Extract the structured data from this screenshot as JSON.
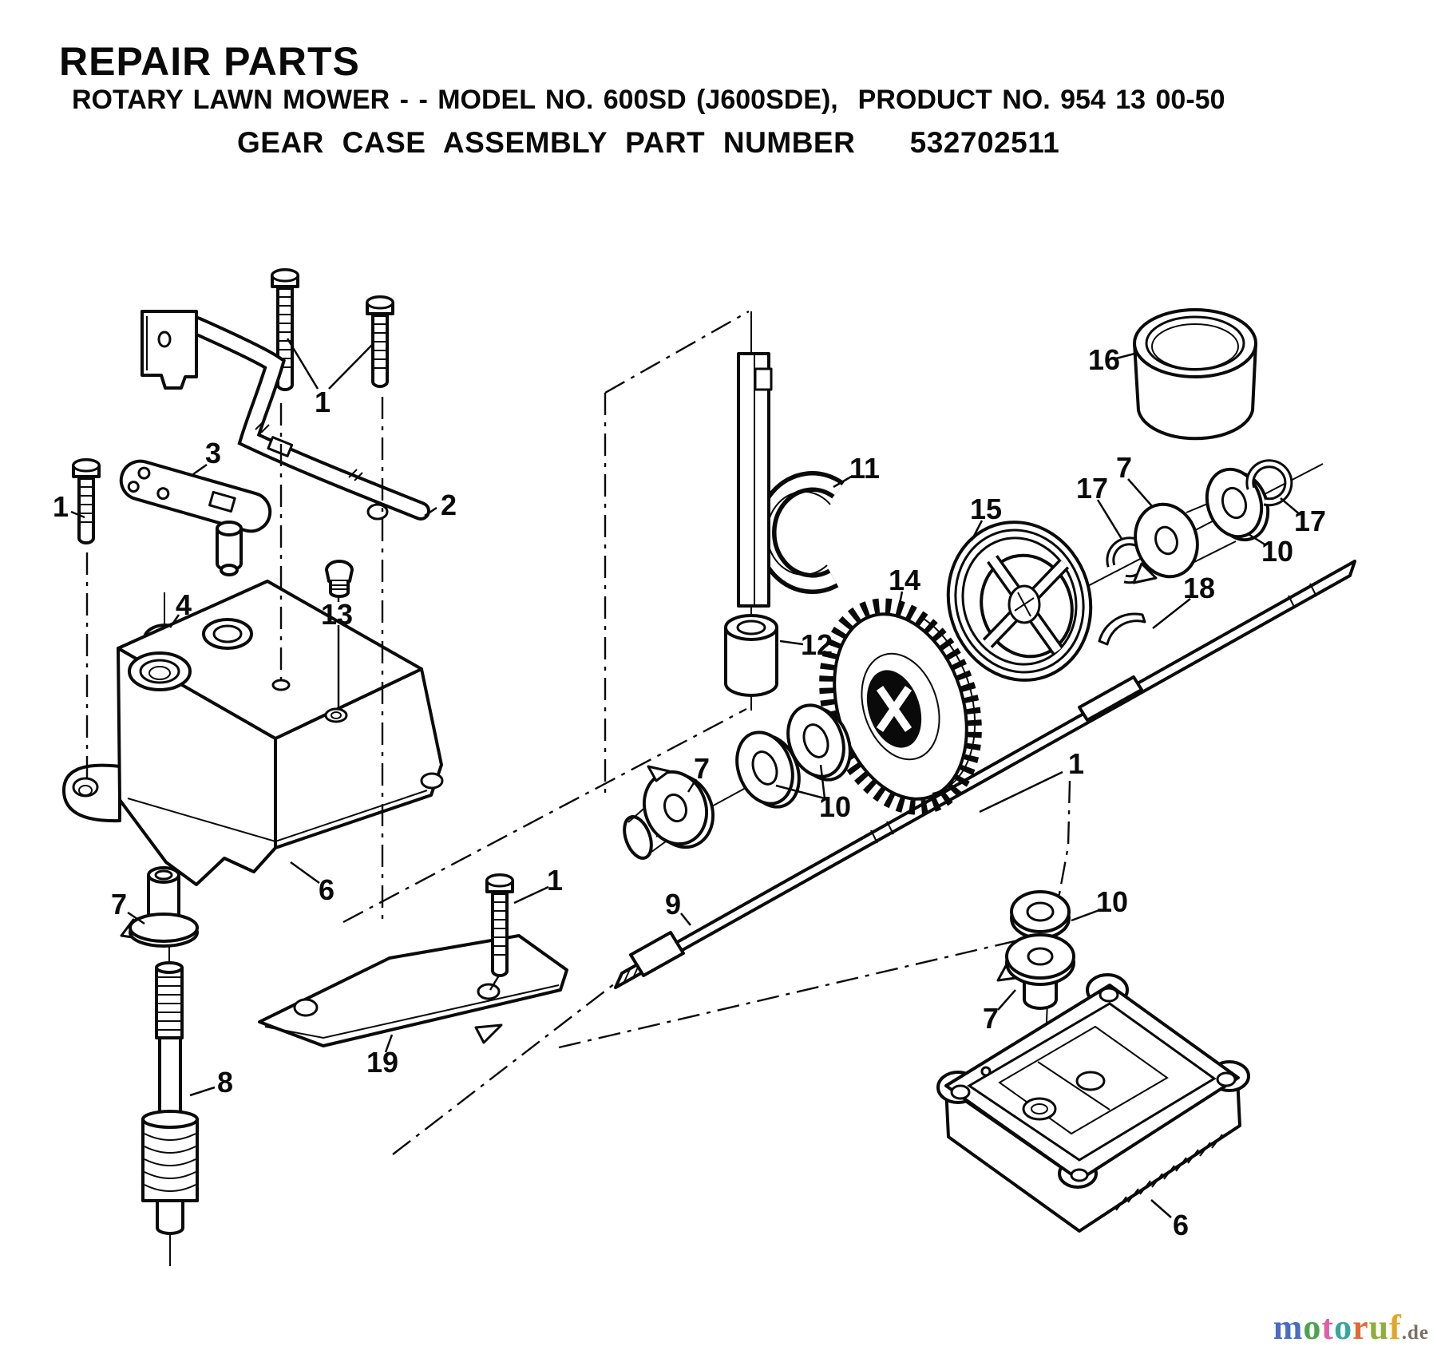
{
  "doc": {
    "title": "REPAIR PARTS",
    "subtitle": "ROTARY LAWN MOWER - - MODEL NO. 600SD (J600SDE),  PRODUCT NO. 954 13 00-50",
    "assembly": "GEAR CASE ASSEMBLY PART NUMBER   532702511"
  },
  "callouts": [
    "1",
    "2",
    "3",
    "1",
    "4",
    "13",
    "11",
    "15",
    "16",
    "17",
    "7",
    "17",
    "10",
    "18",
    "14",
    "12",
    "7",
    "10",
    "9",
    "1",
    "6",
    "7",
    "8",
    "19",
    "10",
    "7",
    "6",
    "1"
  ],
  "watermark": {
    "word": [
      {
        "ch": "m",
        "color": "#4a6cc3"
      },
      {
        "ch": "o",
        "color": "#4da34d"
      },
      {
        "ch": "t",
        "color": "#df5fa5"
      },
      {
        "ch": "o",
        "color": "#35a79c"
      },
      {
        "ch": "r",
        "color": "#e06a31"
      },
      {
        "ch": "u",
        "color": "#8fae3b"
      },
      {
        "ch": "f",
        "color": "#e3a62b"
      }
    ],
    "suffix": ".de",
    "suffix_color": "#7d6e62"
  }
}
